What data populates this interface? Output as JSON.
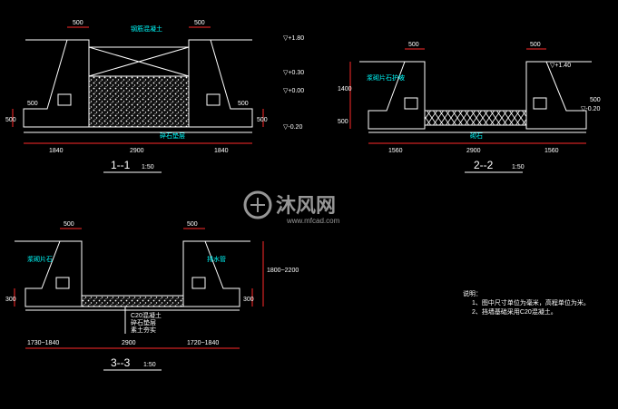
{
  "colors": {
    "background": "#000000",
    "line": "#ffffff",
    "dimension": "#ff2a2a",
    "leader": "#00ffff",
    "elev": "#ffffff",
    "watermark": "#c8c8c8"
  },
  "watermark": {
    "brand_cn": "沐风网",
    "url": "www.mfcad.com"
  },
  "section1": {
    "title": "1--1",
    "scale": "1:50",
    "top_dim_left": "500",
    "top_dim_right": "500",
    "left_h_dims": [
      "500",
      "500"
    ],
    "right_h_dims": [
      "500",
      "500"
    ],
    "bottom_dims": [
      "1840",
      "2900",
      "1840"
    ],
    "notes": [
      "▽+1.80",
      "▽+0.30",
      "▽+0.00",
      "▽-0.20"
    ],
    "leader_texts": [
      "钢筋混凝土",
      "碎石垫层"
    ]
  },
  "section2": {
    "title": "2--2",
    "scale": "1:50",
    "top_dim_left": "500",
    "top_dim_right": "500",
    "left_h_dims": [
      "1400",
      "500"
    ],
    "right_h_dims": [
      "500"
    ],
    "bottom_dims": [
      "1560",
      "2900",
      "1560"
    ],
    "notes": [
      "▽+1.40",
      "▽-0.20"
    ],
    "leader_texts": [
      "浆砌片石护坡",
      "砌石"
    ]
  },
  "section3": {
    "title": "3--3",
    "scale": "1:50",
    "top_dim_left": "500",
    "top_dim_right": "500",
    "left_h_dims": [
      "300"
    ],
    "right_h_dims": [
      "300",
      "1800~2200"
    ],
    "bottom_dims": [
      "1730~1840",
      "2900",
      "1720~1840"
    ],
    "layers": [
      "C20混凝土",
      "碎石垫层",
      "素土夯实"
    ],
    "leader_texts": [
      "浆砌片石",
      "排水管"
    ]
  },
  "notes_block": {
    "heading": "说明：",
    "items": [
      "1、图中尺寸单位为毫米，高程单位为米。",
      "2、挡墙基础采用C20混凝土。"
    ]
  }
}
